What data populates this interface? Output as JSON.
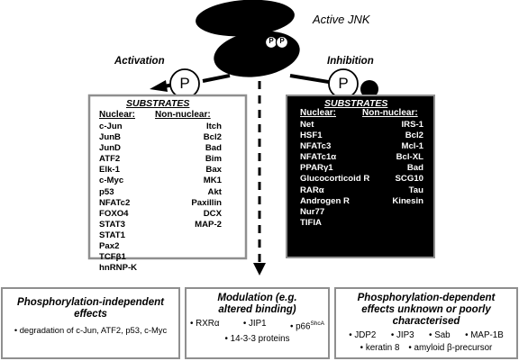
{
  "title": "Active JNK",
  "p_label": "P",
  "activation": {
    "label": "Activation",
    "box_title": "SUBSTRATES",
    "nuclear_header": "Nuclear:",
    "nuclear": [
      "c-Jun",
      "JunB",
      "JunD",
      "ATF2",
      "Elk-1",
      "c-Myc",
      "p53",
      "NFATc2",
      "FOXO4",
      "STAT3",
      "STAT1",
      "Pax2",
      "TCFβ1",
      "hnRNP-K"
    ],
    "non_nuclear_header": "Non-nuclear:",
    "non_nuclear": [
      "Itch",
      "Bcl2",
      "Bad",
      "Bim",
      "Bax",
      "MK1",
      "Akt",
      "Paxillin",
      "DCX",
      "MAP-2"
    ]
  },
  "inhibition": {
    "label": "Inhibition",
    "box_title": "SUBSTRATES",
    "nuclear_header": "Nuclear:",
    "nuclear": [
      "Net",
      "HSF1",
      "NFATc3",
      "NFATc1α",
      "PPARγ1",
      "Glucocorticoid R",
      "RARα",
      "Androgen R",
      "Nur77",
      "TIFIA"
    ],
    "non_nuclear_header": "Non-nuclear:",
    "non_nuclear": [
      "IRS-1",
      "Bcl2",
      "Mcl-1",
      "Bcl-XL",
      "Bad",
      "SCG10",
      "Tau",
      "Kinesin"
    ]
  },
  "bottom": {
    "independent": {
      "title": "Phosphorylation-independent effects",
      "item": "• degradation of  c-Jun, ATF2, p53, c-Myc"
    },
    "modulation": {
      "title": "Modulation (e.g. altered binding)",
      "items": [
        "• RXRα",
        "• JIP1",
        "• p66",
        "• 14-3-3 proteins"
      ],
      "superscript": "ShcA"
    },
    "dependent": {
      "title": "Phosphorylation-dependent effects unknown or poorly characterised",
      "items": [
        "• JDP2",
        "• JIP3",
        "• Sab",
        "• MAP-1B",
        "• keratin 8",
        "• amyloid β-precursor"
      ]
    }
  }
}
